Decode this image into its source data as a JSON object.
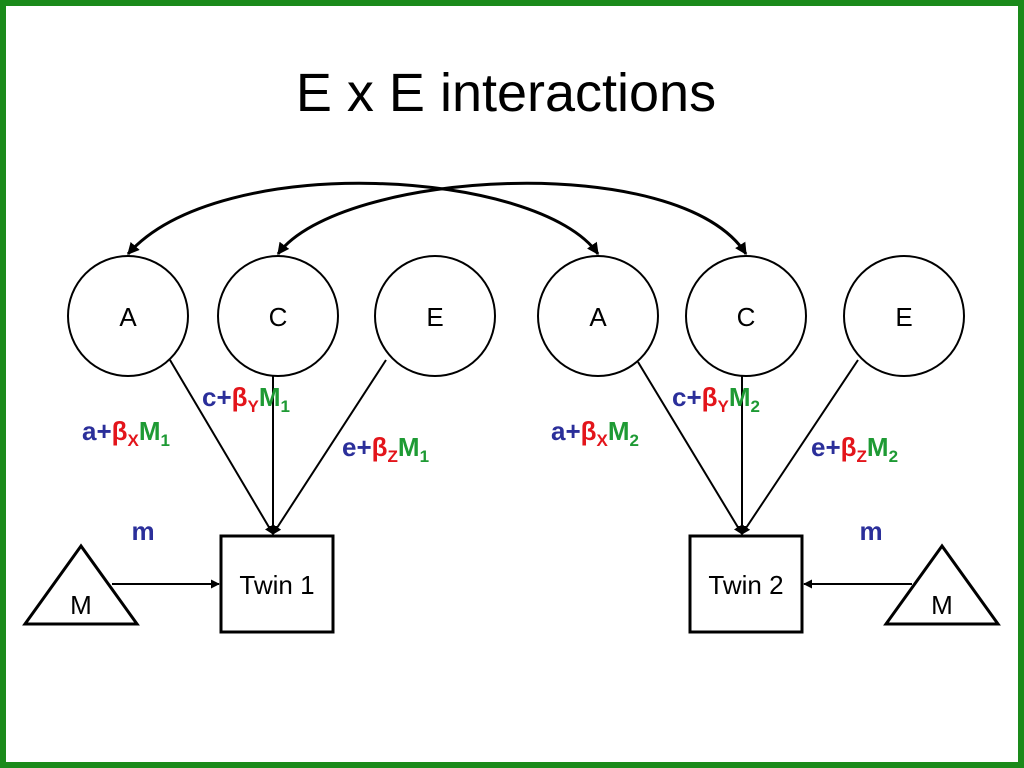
{
  "title": "E x E interactions",
  "colors": {
    "border": "#1a8a1a",
    "parameter_blue": "#2b2f9a",
    "beta_red": "#e3151b",
    "moderator_green": "#1e9a34"
  },
  "latents": {
    "a1": "A",
    "c1": "C",
    "e1": "E",
    "a2": "A",
    "c2": "C",
    "e2": "E"
  },
  "observed": {
    "twin1": "Twin 1",
    "twin2": "Twin 2"
  },
  "moderators": {
    "m1": "M",
    "m2": "M"
  },
  "moderator_paths": {
    "m1": "m",
    "m2": "m"
  },
  "path_labels": {
    "a1": {
      "base": "a+",
      "beta": "β",
      "beta_sub": "X",
      "mod": "M",
      "mod_sub": "1"
    },
    "c1": {
      "base": "c+",
      "beta": "β",
      "beta_sub": "Y",
      "mod": "M",
      "mod_sub": "1"
    },
    "e1": {
      "base": "e+",
      "beta": "β",
      "beta_sub": "Z",
      "mod": "M",
      "mod_sub": "1"
    },
    "a2": {
      "base": "a+",
      "beta": "β",
      "beta_sub": "X",
      "mod": "M",
      "mod_sub": "2"
    },
    "c2": {
      "base": "c+",
      "beta": "β",
      "beta_sub": "Y",
      "mod": "M",
      "mod_sub": "2"
    },
    "e2": {
      "base": "e+",
      "beta": "β",
      "beta_sub": "Z",
      "mod": "M",
      "mod_sub": "2"
    }
  }
}
